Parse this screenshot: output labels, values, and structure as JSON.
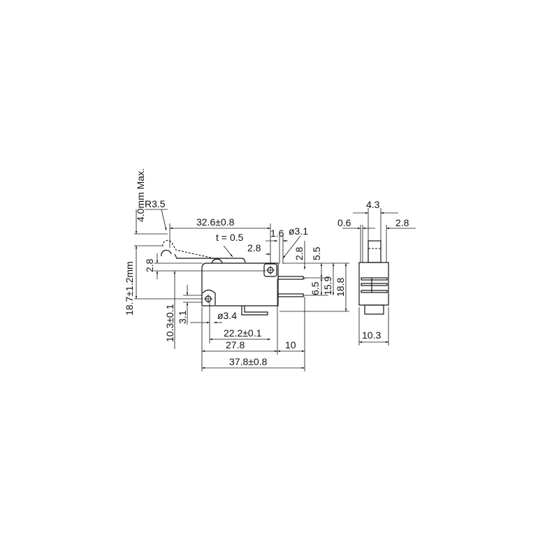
{
  "drawing": {
    "front_view": {
      "dimensions": {
        "lever_length": "32.6±0.8",
        "lever_thickness": "t = 0.5",
        "roller_radius": "R3.5",
        "overtravel_max": "4.0mm Max.",
        "operating_height": "18.7±1.2mm",
        "roller_offset": "2.8",
        "mount_hole_height": "10.3±0.1",
        "hole_offset": "3.1",
        "lower_hole_dia": "ø3.4",
        "hole_spacing": "22.2±0.1",
        "body_length": "27.8",
        "terminal_length": "10",
        "overall_length": "37.8±0.8",
        "upper_hole_dia": "ø3.1",
        "hole_edge_offset": "1.6",
        "hole_x_offset": "2.8",
        "hole_y_offset": "2.8",
        "terminal_top": "5.5",
        "terminal_pitch": "6.5",
        "terminal_span": "15.9",
        "overall_height": "18.8"
      }
    },
    "side_view": {
      "dimensions": {
        "plunger_width": "4.3",
        "edge_offset": "0.6",
        "terminal_width": "2.8",
        "body_width": "10.3"
      }
    }
  }
}
